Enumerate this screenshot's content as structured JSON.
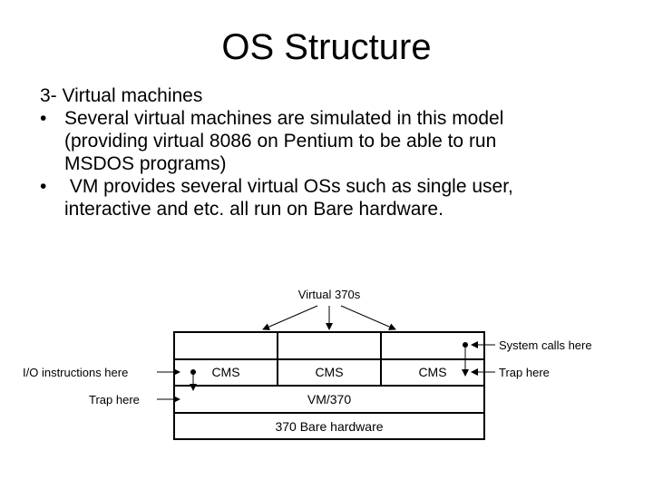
{
  "slide": {
    "title": "OS Structure",
    "heading": "3- Virtual machines",
    "bullet_symbol": "•",
    "bullets": [
      {
        "lines": [
          "Several virtual machines are simulated in this model",
          "(providing virtual 8086 on Pentium to be able to run",
          "MSDOS programs)"
        ]
      },
      {
        "lines": [
          " VM provides several virtual OSs such as single user,",
          "interactive and etc. all run on Bare hardware."
        ]
      }
    ]
  },
  "diagram": {
    "virtual_label": "Virtual 370s",
    "cms_labels": [
      "CMS",
      "CMS",
      "CMS"
    ],
    "vm_label": "VM/370",
    "hardware_label": "370 Bare hardware",
    "left_labels": {
      "io_instructions": "I/O instructions here",
      "trap": "Trap here"
    },
    "right_labels": {
      "system_calls": "System calls here",
      "trap": "Trap here"
    },
    "colors": {
      "stroke": "#000000",
      "label": "#000000"
    }
  }
}
